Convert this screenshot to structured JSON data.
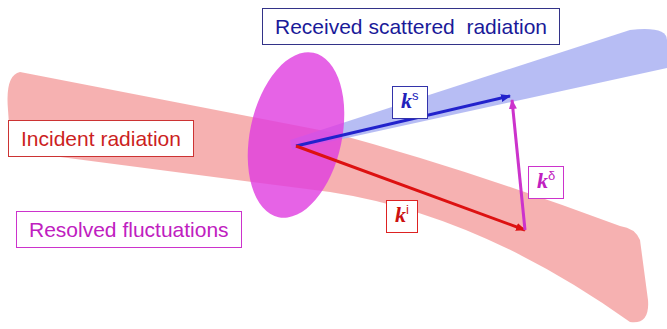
{
  "diagram": {
    "nodes": [
      {
        "text": [
          "Received scattered  radiation"
        ]
      },
      {
        "text": [
          "k",
          "s"
        ]
      },
      {
        "text": [
          "Incident radiation"
        ]
      },
      {
        "text": [
          "k",
          "δ"
        ]
      },
      {
        "text": [
          "Resolved fluctuations"
        ]
      },
      {
        "text": [
          "k",
          "i"
        ]
      }
    ]
  }
}
